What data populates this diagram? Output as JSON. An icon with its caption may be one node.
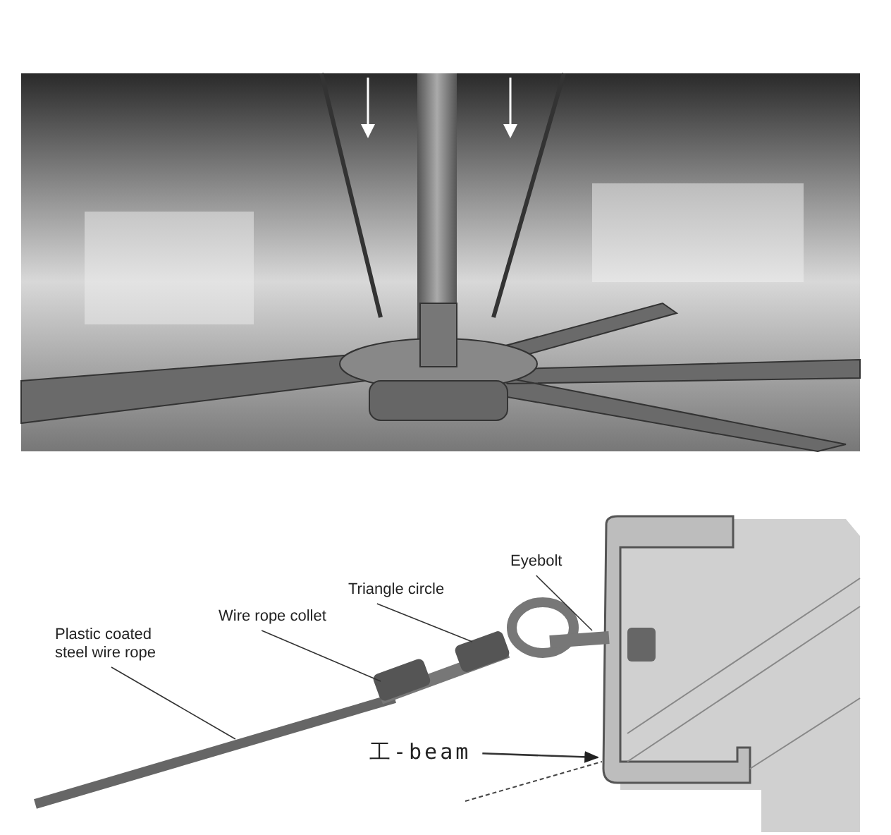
{
  "diagram": {
    "nodes": [
      {
        "text": [
          "Plastic coated steel wire rope"
        ]
      },
      {
        "text": [
          "Wire rope collet"
        ]
      },
      {
        "text": [
          "Triangle circle"
        ]
      },
      {
        "text": [
          "Eyebolt"
        ]
      },
      {
        "text": [
          "工-beam"
        ]
      }
    ],
    "edges": [
      {
        "from": 0,
        "to": null,
        "arrow": "none"
      },
      {
        "from": 1,
        "to": null,
        "arrow": "none"
      },
      {
        "from": 2,
        "to": null,
        "arrow": "none"
      },
      {
        "from": 3,
        "to": null,
        "arrow": "none"
      },
      {
        "from": 4,
        "to": null,
        "arrow": "to"
      }
    ]
  }
}
